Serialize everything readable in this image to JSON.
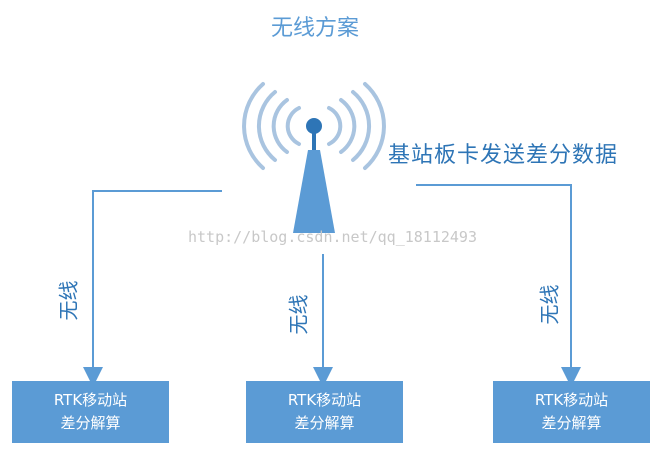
{
  "title": "无线方案",
  "right_label": "基站板卡发送差分数据",
  "watermark": "http://blog.csdn.net/qq_18112493",
  "links": [
    {
      "label": "无线"
    },
    {
      "label": "无线"
    },
    {
      "label": "无线"
    }
  ],
  "nodes": [
    {
      "line1": "RTK移动站",
      "line2": "差分解算"
    },
    {
      "line1": "RTK移动站",
      "line2": "差分解算"
    },
    {
      "line1": "RTK移动站",
      "line2": "差分解算"
    }
  ],
  "colors": {
    "box": "#5b9bd5",
    "arrow": "#5b9bd5",
    "tower": "#5b9bd5",
    "tower_tip": "#2e75b6",
    "wave": "#a9c4e0",
    "text": "#2e75b6"
  }
}
